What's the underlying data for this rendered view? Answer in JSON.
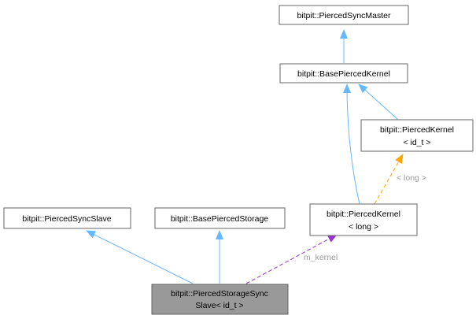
{
  "nodes": {
    "sync_master": {
      "lines": [
        "bitpit::PiercedSyncMaster"
      ]
    },
    "base_kernel": {
      "lines": [
        "bitpit::BasePiercedKernel"
      ]
    },
    "kernel_id": {
      "lines": [
        "bitpit::PiercedKernel",
        "< id_t >"
      ]
    },
    "kernel_long": {
      "lines": [
        "bitpit::PiercedKernel",
        "< long >"
      ]
    },
    "sync_slave": {
      "lines": [
        "bitpit::PiercedSyncSlave"
      ]
    },
    "base_storage": {
      "lines": [
        "bitpit::BasePiercedStorage"
      ]
    },
    "storage_slave": {
      "lines": [
        "bitpit::PiercedStorageSync",
        "Slave< id_t >"
      ]
    }
  },
  "edge_labels": {
    "template_long": "< long >",
    "m_kernel": "m_kernel"
  },
  "colors": {
    "inheritance": "#63b8ff",
    "template": "#ffa500",
    "usage": "#9a32cd",
    "focus_fill": "#999999",
    "border": "#666666"
  }
}
